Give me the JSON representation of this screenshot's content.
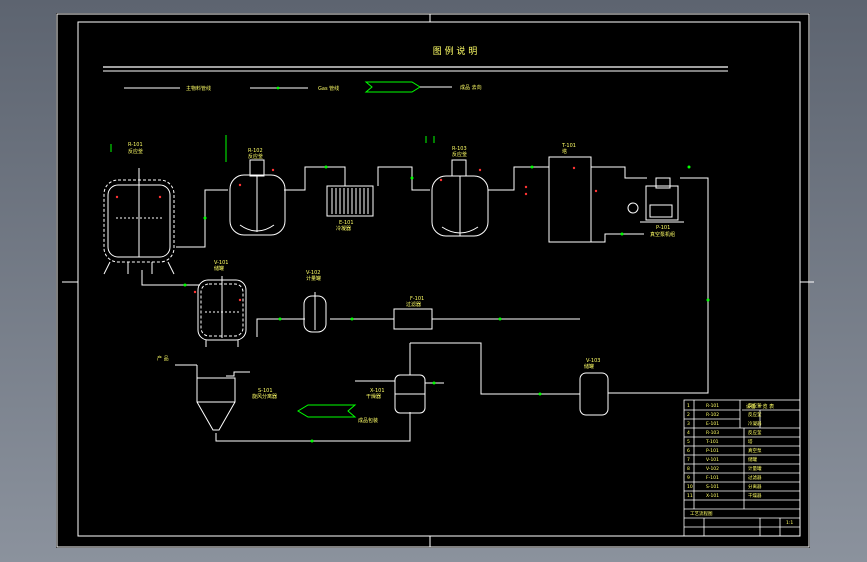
{
  "drawing": {
    "legend_title": "图 例 说 明",
    "legend": [
      {
        "label": "主物料管线"
      },
      {
        "label": "Gas 管线"
      },
      {
        "label": "成品 去向"
      }
    ]
  },
  "equipment": {
    "r101": {
      "tag": "R-101",
      "name": "反应釜"
    },
    "r102": {
      "tag": "R-102",
      "name": "反应釜"
    },
    "e101": {
      "tag": "E-101",
      "name": "冷凝器"
    },
    "r103": {
      "tag": "R-103",
      "name": "反应釜"
    },
    "t101": {
      "tag": "T-101",
      "name": "塔"
    },
    "p101": {
      "tag": "P-101",
      "name": "真空泵机组"
    },
    "v101": {
      "tag": "V-101",
      "name": "储罐"
    },
    "v102": {
      "tag": "V-102",
      "name": "计量罐"
    },
    "f101": {
      "tag": "F-101",
      "name": "过滤器"
    },
    "s101": {
      "tag": "S-101",
      "name": "旋风分离器"
    },
    "x101": {
      "tag": "X-101",
      "name": "干燥器"
    },
    "v103": {
      "tag": "V-103",
      "name": "储罐"
    }
  },
  "labels": {
    "product": "产 品",
    "output_note": "成品包装"
  },
  "title_block": {
    "header": "设备 一览 表",
    "rows": [
      {
        "no": "1",
        "tag": "R-101",
        "name": "反应釜"
      },
      {
        "no": "2",
        "tag": "R-102",
        "name": "反应釜"
      },
      {
        "no": "3",
        "tag": "E-101",
        "name": "冷凝器"
      },
      {
        "no": "4",
        "tag": "R-103",
        "name": "反应釜"
      },
      {
        "no": "5",
        "tag": "T-101",
        "name": "塔"
      },
      {
        "no": "6",
        "tag": "P-101",
        "name": "真空泵"
      },
      {
        "no": "7",
        "tag": "V-101",
        "name": "储罐"
      },
      {
        "no": "8",
        "tag": "V-102",
        "name": "计量罐"
      },
      {
        "no": "9",
        "tag": "F-101",
        "name": "过滤器"
      },
      {
        "no": "10",
        "tag": "S-101",
        "name": "分离器"
      },
      {
        "no": "11",
        "tag": "X-101",
        "name": "干燥器"
      }
    ],
    "footer_title": "工艺流程图",
    "footer_scale": "1:1"
  },
  "colors": {
    "sheet": "#000000",
    "line": "#ffffff",
    "accent": "#00ff00",
    "label": "#ffff66",
    "warn": "#ff3333"
  }
}
